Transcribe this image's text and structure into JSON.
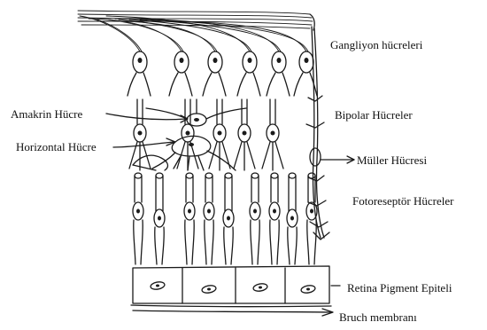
{
  "labels": {
    "ganglion": "Gangliyon hücreleri",
    "amacrine": "Amakrin Hücre",
    "bipolar": "Bipolar Hücreler",
    "horizontal": "Horizontal Hücre",
    "muller": "Müller Hücresi",
    "photoreceptor": "Fotoreseptör Hücreler",
    "rpe": "Retina Pigment Epiteli",
    "bruch": "Bruch membranı"
  },
  "style": {
    "ink_color": "#1a1a1a",
    "background": "#ffffff"
  }
}
